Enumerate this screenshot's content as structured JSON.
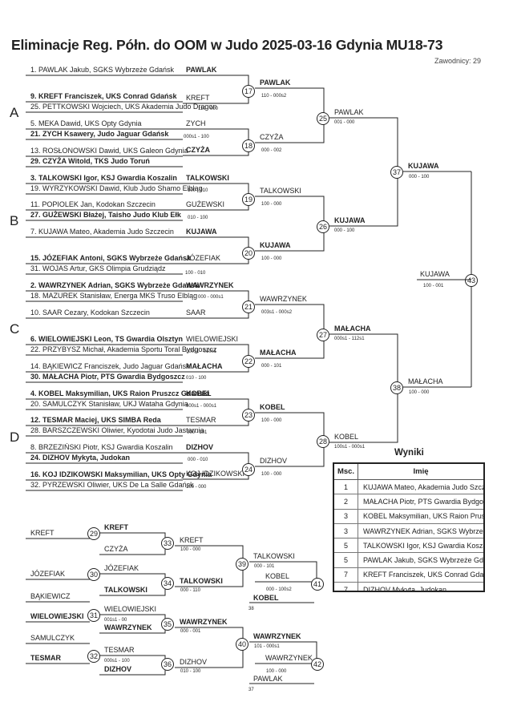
{
  "header": {
    "title": "Eliminacje Reg. Półn. do OOM w Judo  2025-03-16  Gdynia   MU18-73",
    "count": "Zawodnicy: 29"
  },
  "pools": [
    "A",
    "B",
    "C",
    "D"
  ],
  "entries": [
    {
      "t": "1. PAWLAK Jakub, SGKS Wybrzeże Gdańsk",
      "b": false
    },
    {
      "t": "9. KREFT Franciszek, UKS Conrad Gdańsk",
      "b": true
    },
    {
      "t": "25. PETTKOWSKI Wojciech, UKS Akademia Judo Dragon",
      "b": false
    },
    {
      "t": "5. MEKA Dawid, UKS Opty Gdynia",
      "b": false
    },
    {
      "t": "21. ZYCH Ksawery, Judo Jaguar Gdańsk",
      "b": true
    },
    {
      "t": "13. ROSŁONOWSKI Dawid, UKS Galeon Gdynia",
      "b": false
    },
    {
      "t": "29. CZYŻA Witold, TKS Judo Toruń",
      "b": true
    },
    {
      "t": "3. TALKOWSKI Igor, KSJ Gwardia Koszalin",
      "b": true
    },
    {
      "t": "19. WYRZYKOWSKI Dawid, Klub Judo Shamo Elbląg",
      "b": false
    },
    {
      "t": "11. POPIOLEK Jan, Kodokan Szczecin",
      "b": false
    },
    {
      "t": "27. GUŻEWSKI Błażej, Taisho Judo Klub Ełk",
      "b": true
    },
    {
      "t": "7. KUJAWA Mateo, Akademia Judo Szczecin",
      "b": false
    },
    {
      "t": "15. JÓZEFIAK Antoni, SGKS Wybrzeże Gdańsk",
      "b": true
    },
    {
      "t": "31. WOJAS Artur, GKS Olimpia Grudziądz",
      "b": false
    },
    {
      "t": "2. WAWRZYNEK Adrian, SGKS Wybrzeże Gdańsk",
      "b": true
    },
    {
      "t": "18. MAZUREK Stanisław, Energa MKS Truso Elbląg",
      "b": false
    },
    {
      "t": "10. SAAR Cezary, Kodokan Szczecin",
      "b": false
    },
    {
      "t": "6. WIELOWIEJSKI Leon, TS Gwardia Olsztyn",
      "b": true
    },
    {
      "t": "22. PRZYBYSZ Michał, Akademia Sportu Toral Bydgoszcz",
      "b": false
    },
    {
      "t": "14. BĄKIEWICZ Franciszek, Judo Jaguar Gdańsk",
      "b": false
    },
    {
      "t": "30. MAŁACHA Piotr, PTS Gwardia Bydgoszcz",
      "b": true
    },
    {
      "t": "4. KOBEL Maksymilian, UKS Raion Pruszcz Gdański",
      "b": true
    },
    {
      "t": "20. SAMULCZYK Stanisław, UKJ Wataha Gdynia",
      "b": false
    },
    {
      "t": "12. TESMAR Maciej, UKS SIMBA Reda",
      "b": true
    },
    {
      "t": "28. BARSZCZEWSKI Oliwier, Kyodotai Judo Jastarnia",
      "b": false
    },
    {
      "t": "8. BRZEZIŃSKI Piotr, KSJ Gwardia Koszalin",
      "b": false
    },
    {
      "t": "24. DIZHOV Mykyta, Judokan",
      "b": true
    },
    {
      "t": "16. KOJ IDZIKOWSKI Maksymilian, UKS Opty Gdynia",
      "b": true
    },
    {
      "t": "32. PYRZEWSKI Oliwier, UKS De La Salle Gdańsk",
      "b": false
    }
  ],
  "r1": [
    {
      "t": "PAWLAK",
      "b": true
    },
    {
      "t": "KREFT",
      "b": false
    },
    {
      "t": "ZYCH",
      "b": false
    },
    {
      "t": "CZYŻA",
      "b": true
    },
    {
      "t": "TALKOWSKI",
      "b": true
    },
    {
      "t": "GUŻEWSKI",
      "b": false
    },
    {
      "t": "KUJAWA",
      "b": true
    },
    {
      "t": "JÓZEFIAK",
      "b": false
    },
    {
      "t": "WAWRZYNEK",
      "b": true
    },
    {
      "t": "SAAR",
      "b": false
    },
    {
      "t": "WIELOWIEJSKI",
      "b": false
    },
    {
      "t": "MAŁACHA",
      "b": true
    },
    {
      "t": "KOBEL",
      "b": true
    },
    {
      "t": "TESMAR",
      "b": false
    },
    {
      "t": "DIZHOV",
      "b": true
    },
    {
      "t": "KOJ IDZIKOWSKI",
      "b": false
    }
  ],
  "r1_scores": [
    "110 - 000",
    "000s1 - 100",
    "100 - 010",
    "010 - 100",
    "100 - 010",
    "000 - 000s1",
    "000s1 - 010s1",
    "010 - 100",
    "000s1 - 000s1",
    "000 - 101",
    "000 - 010",
    "100 - 000",
    "000s1 - 000s1"
  ],
  "r2": [
    {
      "t": "PAWLAK",
      "b": true
    },
    {
      "t": "CZYŻA",
      "b": false
    },
    {
      "t": "TALKOWSKI",
      "b": false
    },
    {
      "t": "KUJAWA",
      "b": true
    },
    {
      "t": "WAWRZYNEK",
      "b": false
    },
    {
      "t": "MAŁACHA",
      "b": true
    },
    {
      "t": "KOBEL",
      "b": true
    },
    {
      "t": "DIZHOV",
      "b": false
    }
  ],
  "r2_scores": [
    "110 - 000s2",
    "000 - 002",
    "100 - 000",
    "100 - 000",
    "003s1 - 000s2",
    "000 - 101",
    "100 - 000",
    "100 - 000"
  ],
  "r3": [
    {
      "t": "PAWLAK",
      "b": false
    },
    {
      "t": "KUJAWA",
      "b": true
    },
    {
      "t": "MAŁACHA",
      "b": true
    },
    {
      "t": "KOBEL",
      "b": false
    }
  ],
  "r3_scores": [
    "001 - 000",
    "000 - 100",
    "000s1 - 112s1",
    "100s1 - 000s1"
  ],
  "r4": [
    {
      "t": "KUJAWA",
      "b": true
    },
    {
      "t": "MAŁACHA",
      "b": false
    }
  ],
  "r4_scores": [
    "000 - 100",
    "100 - 000"
  ],
  "final": {
    "t": "KUJAWA",
    "b": false,
    "score": "100 - 001"
  },
  "match_numbers": [
    "17",
    "18",
    "19",
    "20",
    "21",
    "22",
    "23",
    "24",
    "25",
    "26",
    "27",
    "28",
    "37",
    "38",
    "43",
    "29",
    "30",
    "31",
    "32",
    "33",
    "34",
    "35",
    "36",
    "39",
    "40",
    "41",
    "42"
  ],
  "repechage": {
    "entries": [
      {
        "t": "KREFT",
        "b": false
      },
      {
        "t": "CZYŻA",
        "b": false
      },
      {
        "t": "JÓZEFIAK",
        "b": false
      },
      {
        "t": "TALKOWSKI",
        "b": true
      },
      {
        "t": "BĄKIEWICZ",
        "b": false
      },
      {
        "t": "WIELOWIEJSKI",
        "b": false
      },
      {
        "t": "WIELOWIEJSKI",
        "b": true
      },
      {
        "t": "WAWRZYNEK",
        "b": true
      },
      {
        "t": "SAMULCZYK",
        "b": false
      },
      {
        "t": "TESMAR",
        "b": false
      },
      {
        "t": "TESMAR",
        "b": true
      },
      {
        "t": "DIZHOV",
        "b": true
      }
    ],
    "w1": [
      {
        "t": "KREFT",
        "b": true
      },
      {
        "t": "JÓZEFIAK",
        "b": false
      },
      {
        "t": "WIELOWIEJSKI",
        "b": false
      },
      {
        "t": "TESMAR",
        "b": false
      }
    ],
    "w1_scores": [
      "000s1 - 100",
      "001s1 - 00",
      "000s1 - 100"
    ],
    "w2": [
      {
        "t": "KREFT",
        "b": false
      },
      {
        "t": "TALKOWSKI",
        "b": true
      },
      {
        "t": "WAWRZYNEK",
        "b": true
      },
      {
        "t": "DIZHOV",
        "b": false
      }
    ],
    "w2_scores": [
      "100 - 000",
      "000 - 110",
      "000 - 001",
      "010 - 100"
    ],
    "w3": [
      {
        "t": "TALKOWSKI",
        "b": false
      },
      {
        "t": "KOBEL",
        "b": false
      },
      {
        "t": "WAWRZYNEK",
        "b": true
      },
      {
        "t": "WAWRZYNEK",
        "b": false
      }
    ],
    "w3_scores": [
      "000 - 101",
      "000 - 100s2",
      "101 - 000s1",
      "100 - 000"
    ],
    "w4": [
      {
        "t": "KOBEL",
        "b": true
      },
      {
        "t": "PAWLAK",
        "b": false
      }
    ],
    "w4_nums": [
      "38",
      "37"
    ]
  },
  "results": {
    "title": "Wyniki",
    "col_place": "Msc.",
    "col_name": "Imię",
    "rows": [
      {
        "place": "1",
        "name": "KUJAWA Mateo, Akademia Judo Szczecin"
      },
      {
        "place": "2",
        "name": "MAŁACHA Piotr, PTS Gwardia Bydgoszcz"
      },
      {
        "place": "3",
        "name": "KOBEL Maksymilian, UKS Raion Pruszcz Gdański"
      },
      {
        "place": "3",
        "name": "WAWRZYNEK Adrian, SGKS Wybrzeże Gdańsk"
      },
      {
        "place": "5",
        "name": "TALKOWSKI Igor, KSJ Gwardia Koszalin"
      },
      {
        "place": "5",
        "name": "PAWLAK Jakub, SGKS Wybrzeże Gdańsk"
      },
      {
        "place": "7",
        "name": "KREFT Franciszek, UKS Conrad Gdańsk"
      },
      {
        "place": "7",
        "name": "DIZHOV Mykyta, Judokan"
      }
    ]
  }
}
